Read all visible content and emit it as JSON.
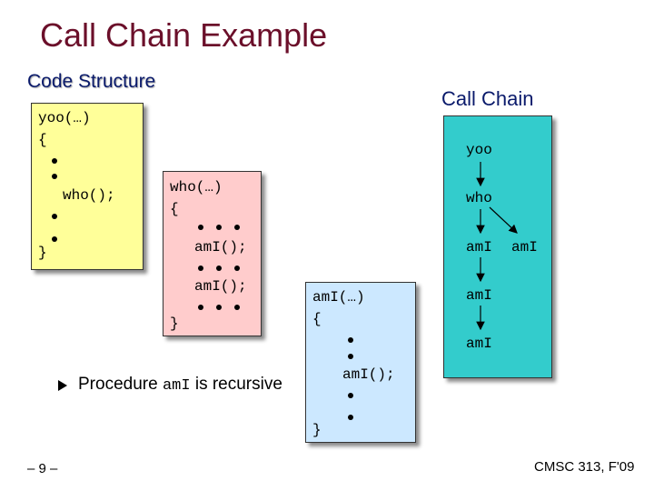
{
  "slide": {
    "title": "Call Chain Example",
    "code_structure_heading": "Code Structure",
    "call_chain_heading": "Call Chain",
    "page_number": "– 9 –",
    "course": "CMSC 313, F'09"
  },
  "colors": {
    "title": "#6b0f2a",
    "heading": "#0a1a6b",
    "yoo_box": "#ffff99",
    "who_box": "#ffcccc",
    "amI_box": "#cce8ff",
    "chain_box": "#33cccc"
  },
  "yoo_code": {
    "header": "yoo(…)",
    "open": "{",
    "call": "who();",
    "close": "}"
  },
  "who_code": {
    "header": "who(…)",
    "open": "{",
    "call1": "amI();",
    "call2": "amI();",
    "close": "}"
  },
  "amI_code": {
    "header": "amI(…)",
    "open": "{",
    "call": "amI();",
    "close": "}"
  },
  "chain": {
    "nodes": [
      "yoo",
      "who",
      "amI",
      "amI",
      "amI",
      "amI"
    ]
  },
  "note": {
    "text_before": "Procedure",
    "code": "amI",
    "text_after": "is recursive"
  }
}
